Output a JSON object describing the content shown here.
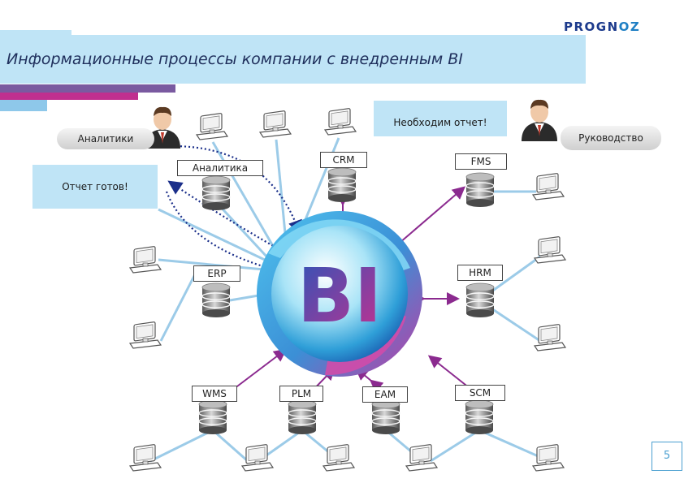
{
  "title": "Информационные процессы компании с внедренным BI",
  "logo": {
    "part1": "PROGN",
    "part2": "OZ"
  },
  "hub_label": "BI",
  "actors": {
    "analysts": "Аналитики",
    "management": "Руководство"
  },
  "callouts": {
    "report_needed": "Необходим отчет!",
    "report_ready": "Отчет готов!"
  },
  "systems": {
    "analytics": "Аналитика",
    "crm": "CRM",
    "fms": "FMS",
    "erp": "ERP",
    "hrm": "HRM",
    "wms": "WMS",
    "plm": "PLM",
    "eam": "EAM",
    "scm": "SCM"
  },
  "page_number": "5",
  "colors": {
    "title_bg": "#bfe4f6",
    "connector": "#9ccbe8",
    "arrow": "#8b2a8f",
    "dotted": "#1b2f8a"
  },
  "icons": [
    "person-icon",
    "database-icon",
    "computer-icon",
    "bi-hub-icon"
  ]
}
